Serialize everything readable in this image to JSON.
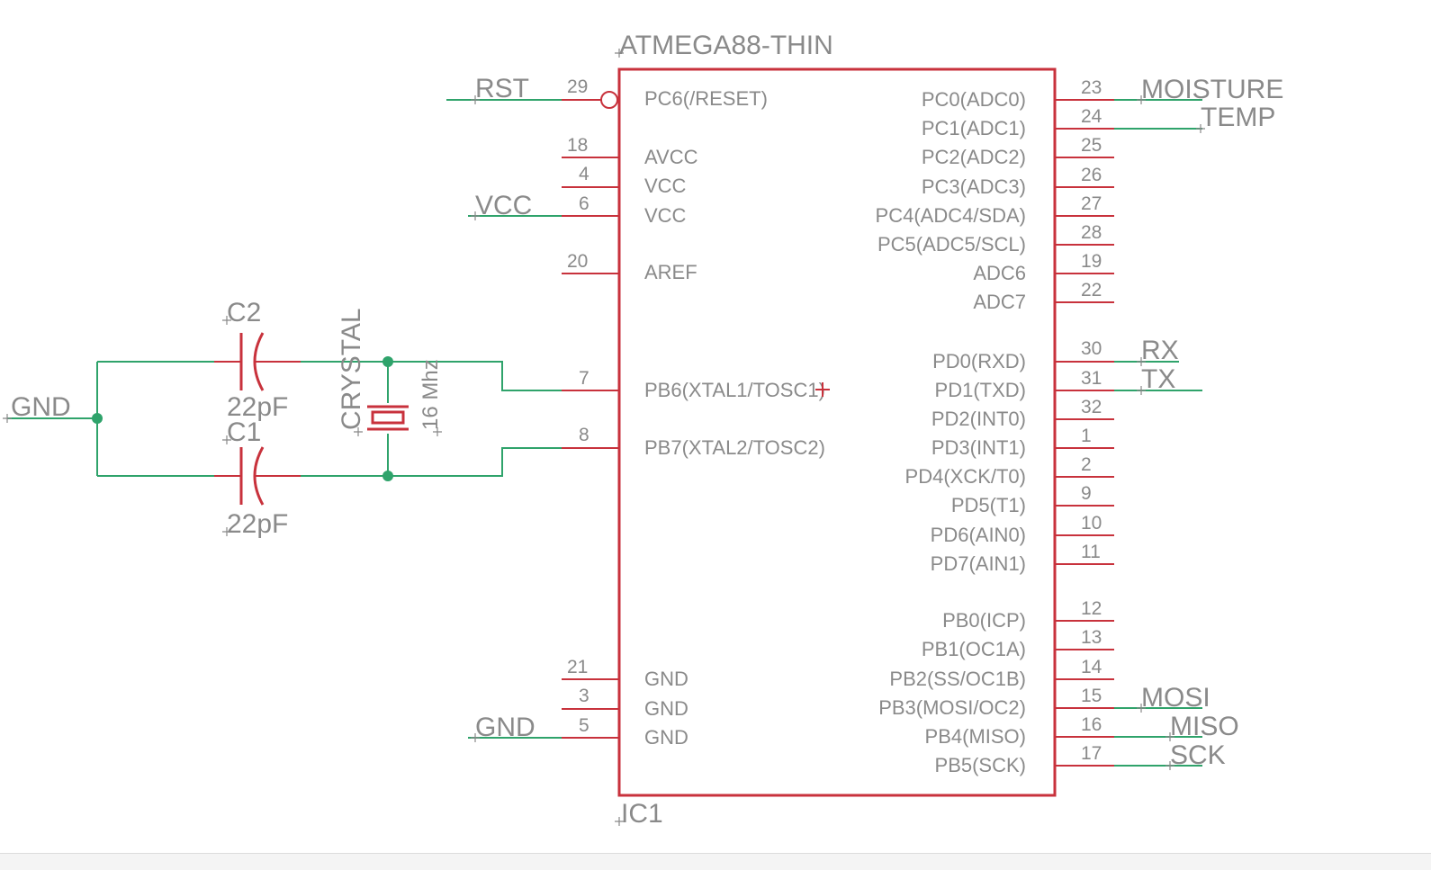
{
  "part": {
    "name": "ATMEGA88-THIN",
    "refdes": "IC1"
  },
  "left_pins": [
    {
      "num": "29",
      "label": "PC6(/RESET)",
      "net": "RST"
    },
    {
      "num": "18",
      "label": "AVCC",
      "net": ""
    },
    {
      "num": "4",
      "label": "VCC",
      "net": ""
    },
    {
      "num": "6",
      "label": "VCC",
      "net": "VCC"
    },
    {
      "num": "20",
      "label": "AREF",
      "net": ""
    },
    {
      "num": "7",
      "label": "PB6(XTAL1/TOSC1)",
      "net": ""
    },
    {
      "num": "8",
      "label": "PB7(XTAL2/TOSC2)",
      "net": ""
    },
    {
      "num": "21",
      "label": "GND",
      "net": ""
    },
    {
      "num": "3",
      "label": "GND",
      "net": ""
    },
    {
      "num": "5",
      "label": "GND",
      "net": "GND"
    }
  ],
  "right_pins": [
    {
      "num": "23",
      "label": "PC0(ADC0)",
      "net": "MOISTURE"
    },
    {
      "num": "24",
      "label": "PC1(ADC1)",
      "net": "TEMP"
    },
    {
      "num": "25",
      "label": "PC2(ADC2)",
      "net": ""
    },
    {
      "num": "26",
      "label": "PC3(ADC3)",
      "net": ""
    },
    {
      "num": "27",
      "label": "PC4(ADC4/SDA)",
      "net": ""
    },
    {
      "num": "28",
      "label": "PC5(ADC5/SCL)",
      "net": ""
    },
    {
      "num": "19",
      "label": "ADC6",
      "net": ""
    },
    {
      "num": "22",
      "label": "ADC7",
      "net": ""
    },
    {
      "num": "30",
      "label": "PD0(RXD)",
      "net": "RX"
    },
    {
      "num": "31",
      "label": "PD1(TXD)",
      "net": "TX"
    },
    {
      "num": "32",
      "label": "PD2(INT0)",
      "net": ""
    },
    {
      "num": "1",
      "label": "PD3(INT1)",
      "net": ""
    },
    {
      "num": "2",
      "label": "PD4(XCK/T0)",
      "net": ""
    },
    {
      "num": "9",
      "label": "PD5(T1)",
      "net": ""
    },
    {
      "num": "10",
      "label": "PD6(AIN0)",
      "net": ""
    },
    {
      "num": "11",
      "label": "PD7(AIN1)",
      "net": ""
    },
    {
      "num": "12",
      "label": "PB0(ICP)",
      "net": ""
    },
    {
      "num": "13",
      "label": "PB1(OC1A)",
      "net": ""
    },
    {
      "num": "14",
      "label": "PB2(SS/OC1B)",
      "net": ""
    },
    {
      "num": "15",
      "label": "PB3(MOSI/OC2)",
      "net": "MOSI"
    },
    {
      "num": "16",
      "label": "PB4(MISO)",
      "net": "MISO"
    },
    {
      "num": "17",
      "label": "PB5(SCK)",
      "net": "SCK"
    }
  ],
  "caps": [
    {
      "refdes": "C2",
      "value": "22pF"
    },
    {
      "refdes": "C1",
      "value": "22pF"
    }
  ],
  "crystal": {
    "refdes": "CRYSTAL",
    "value": "16 Mhz"
  },
  "gnd_label": "GND",
  "colors": {
    "wire": "#2fa36b",
    "symbol": "#c8323c",
    "text": "#8a8a8a"
  }
}
